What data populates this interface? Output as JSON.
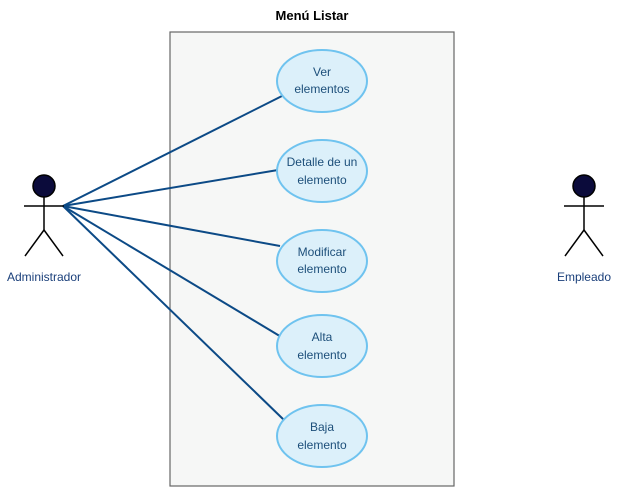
{
  "system": {
    "title": "Menú Listar",
    "fill": "#f6f7f6",
    "stroke": "#666666"
  },
  "actors": {
    "admin": {
      "label": "Administrador"
    },
    "employee": {
      "label": "Empleado"
    },
    "head_color": "#0b0b3b"
  },
  "use_cases": [
    {
      "line1": "Ver",
      "line2": "elementos"
    },
    {
      "line1": "Detalle de un",
      "line2": "elemento"
    },
    {
      "line1": "Modificar",
      "line2": "elemento"
    },
    {
      "line1": "Alta",
      "line2": "elemento"
    },
    {
      "line1": "Baja",
      "line2": "elemento"
    }
  ],
  "colors": {
    "use_case_fill": "#dcf0fa",
    "use_case_stroke": "#6fc3ef",
    "association": "#0c4a86",
    "use_case_text": "#1d4f7a",
    "actor_text": "#1a3f7a"
  }
}
